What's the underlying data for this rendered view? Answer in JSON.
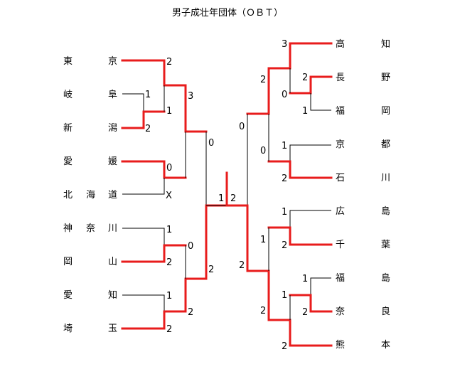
{
  "title": "男子成壮年団体（ＯＢＴ）",
  "left_teams": [
    {
      "c1": "東",
      "c3": "京"
    },
    {
      "c1": "岐",
      "c3": "阜"
    },
    {
      "c1": "新",
      "c3": "潟"
    },
    {
      "c1": "愛",
      "c3": "媛"
    },
    {
      "c1": "北",
      "c2": "海",
      "c3": "道"
    },
    {
      "c1": "神",
      "c2": "奈",
      "c3": "川"
    },
    {
      "c1": "岡",
      "c3": "山"
    },
    {
      "c1": "愛",
      "c3": "知"
    },
    {
      "c1": "埼",
      "c3": "玉"
    }
  ],
  "right_teams": [
    {
      "c1": "高",
      "c2": "知"
    },
    {
      "c1": "長",
      "c2": "野"
    },
    {
      "c1": "福",
      "c2": "岡"
    },
    {
      "c1": "京",
      "c2": "都"
    },
    {
      "c1": "石",
      "c2": "川"
    },
    {
      "c1": "広",
      "c2": "島"
    },
    {
      "c1": "千",
      "c2": "葉"
    },
    {
      "c1": "福",
      "c2": "島"
    },
    {
      "c1": "奈",
      "c2": "良"
    },
    {
      "c1": "熊",
      "c2": "本"
    }
  ],
  "scores": {
    "l_tokyo": "2",
    "l_gifu": "1",
    "l_niigata": "2",
    "l_gifu_niigata_win": "1",
    "l_tokyo_r2": "3",
    "l_ehime": "0",
    "l_hokkaido": "X",
    "l_top_semi": "0",
    "l_kanagawa": "1",
    "l_okayama": "2",
    "l_aichi": "1",
    "l_saitama": "2",
    "l_okayama_r2": "0",
    "l_saitama_r2": "2",
    "l_bottom_semi": "2",
    "final_left": "1",
    "final_right": "2",
    "r_kochi": "3",
    "r_nagano": "2",
    "r_fukuoka": "1",
    "r_nagano_r2": "0",
    "r_kyoto": "1",
    "r_ishikawa": "2",
    "r_top_a": "2",
    "r_top_b": "0",
    "r_top_semi": "0",
    "r_hiroshima": "1",
    "r_chiba": "2",
    "r_fukushima": "1",
    "r_nara": "2",
    "r_nara_r2": "1",
    "r_kumamoto": "2",
    "r_bot_a": "1",
    "r_bot_b": "2",
    "r_bottom_semi": "2"
  }
}
